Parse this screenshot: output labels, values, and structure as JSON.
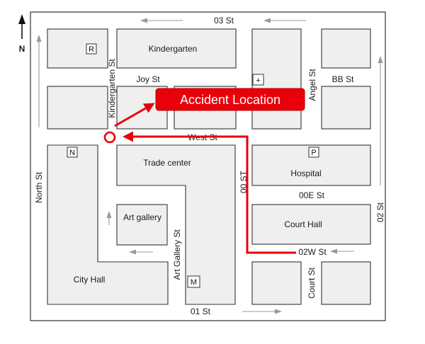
{
  "north_label": "N",
  "streets": {
    "st_03": "03 St",
    "joy": "Joy St",
    "kindergarten": "Kindergarten St",
    "angel": "Angel St",
    "bb": "BB St",
    "west": "West  St",
    "north": "North St",
    "st_00": "00 ST",
    "e00": "00E St",
    "st_02": "02 St",
    "art_gallery": "Art Gallery St",
    "w02": "02W St",
    "court": "Court St",
    "st_01": "01 St"
  },
  "buildings": {
    "kindergarten": "Kindergarten",
    "trade_center": "Trade center",
    "hospital": "Hospital",
    "art_gallery": "Art gallery",
    "court_hall": "Court Hall",
    "city_hall": "City Hall"
  },
  "markers": {
    "r": "R",
    "n": "N",
    "p": "P",
    "m": "M",
    "cross": "+"
  },
  "callout": "Accident Location",
  "colors": {
    "route": "#e8000a",
    "callout_bg": "#e8000a",
    "callout_text": "#ffffff",
    "block_fill": "#efefef"
  }
}
